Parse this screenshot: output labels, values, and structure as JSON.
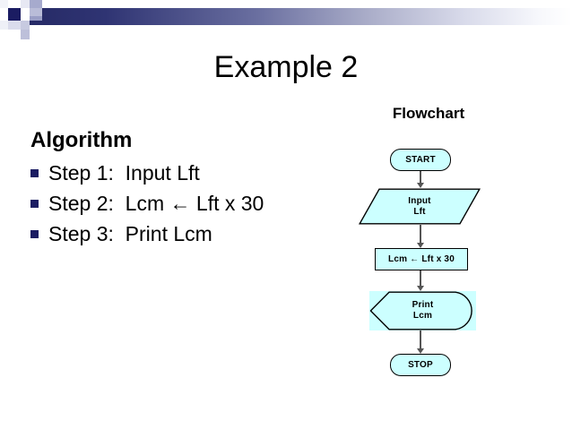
{
  "slide": {
    "title": "Example 2",
    "background_color": "#ffffff",
    "accent_color": "#1b1c62",
    "node_fill_color": "#ccffff"
  },
  "algorithm": {
    "heading": "Algorithm",
    "steps": [
      {
        "label": "Step 1:  Input Lft"
      },
      {
        "label": "Step 2:  Lcm ← Lft x 30"
      },
      {
        "label": "Step 3:  Print Lcm"
      }
    ]
  },
  "flowchart": {
    "title": "Flowchart",
    "nodes": [
      {
        "id": "start",
        "shape": "terminator",
        "label": "START"
      },
      {
        "id": "input",
        "shape": "parallelogram",
        "label_line1": "Input",
        "label_line2": "Lft"
      },
      {
        "id": "process",
        "shape": "rectangle",
        "label": "Lcm ← Lft x 30"
      },
      {
        "id": "print",
        "shape": "display",
        "label_line1": "Print",
        "label_line2": "Lcm"
      },
      {
        "id": "stop",
        "shape": "terminator",
        "label": "STOP"
      }
    ]
  }
}
